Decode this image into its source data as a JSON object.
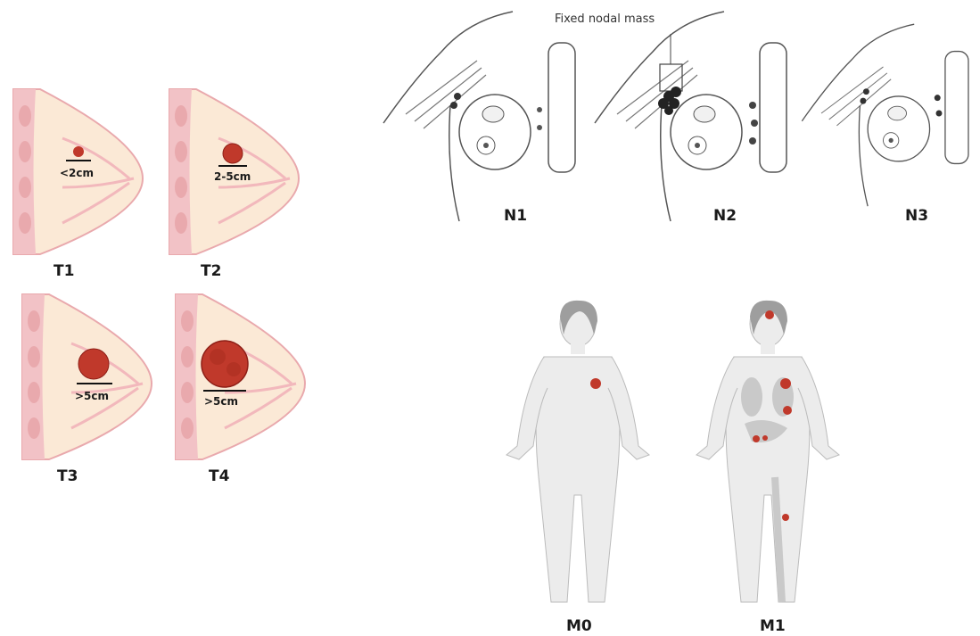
{
  "tumor_panels": [
    {
      "stage": "T1",
      "size_label": "<2cm"
    },
    {
      "stage": "T2",
      "size_label": "2-5cm"
    },
    {
      "stage": "T3",
      "size_label": ">5cm"
    },
    {
      "stage": "T4",
      "size_label": ">5cm"
    }
  ],
  "node_panels": [
    {
      "stage": "N1"
    },
    {
      "stage": "N2"
    },
    {
      "stage": "N3"
    }
  ],
  "node_callout": "Fixed nodal mass",
  "metastasis_panels": [
    {
      "stage": "M0"
    },
    {
      "stage": "M1"
    }
  ],
  "colors": {
    "breast_fill": "#fbe9d6",
    "breast_outline": "#e9a9ad",
    "chest_wall": "#f2c2c6",
    "tumor": "#c0392b",
    "tumor_dark": "#8e1f17",
    "body_fill": "#ececec",
    "node_dark": "#333333"
  }
}
